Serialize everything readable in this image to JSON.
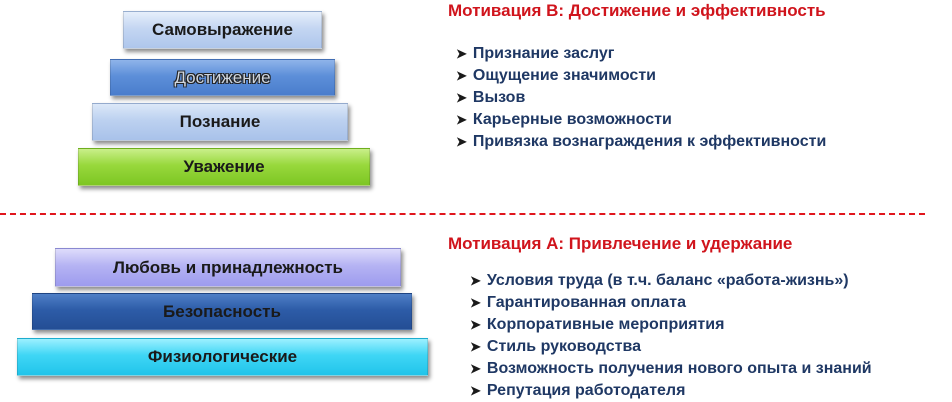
{
  "upper_pyramid": {
    "levels": [
      {
        "label": "Самовыражение",
        "color": "#c4d6f2"
      },
      {
        "label": "Достижение",
        "color": "#5d8fd9"
      },
      {
        "label": "Познание",
        "color": "#bcd1f0"
      },
      {
        "label": "Уважение",
        "color": "#98d83c"
      }
    ]
  },
  "motivation_b": {
    "title": "Мотивация В: Достижение и эффективность",
    "title_color": "#d0141c",
    "items": [
      "Признание заслуг",
      "Ощущение значимости",
      "Вызов",
      "Карьерные возможности",
      "Привязка вознаграждения к эффективности"
    ]
  },
  "lower_pyramid": {
    "levels": [
      {
        "label": "Любовь и принадлежность",
        "color": "#b5b3f3"
      },
      {
        "label": "Безопасность",
        "color": "#2d5ca8"
      },
      {
        "label": "Физиологические",
        "color": "#3fd6f5"
      }
    ]
  },
  "motivation_a": {
    "title": "Мотивация А: Привлечение и удержание",
    "title_color": "#d0141c",
    "items": [
      "Условия труда (в т.ч. баланс «работа-жизнь»)",
      "Гарантированная оплата",
      "Корпоративные мероприятия",
      "Стиль руководства",
      "Возможность получения нового опыта и знаний",
      "Репутация работодателя"
    ]
  },
  "bullet_icon": "arrow-bullet-icon",
  "divider_color": "#e0161d"
}
